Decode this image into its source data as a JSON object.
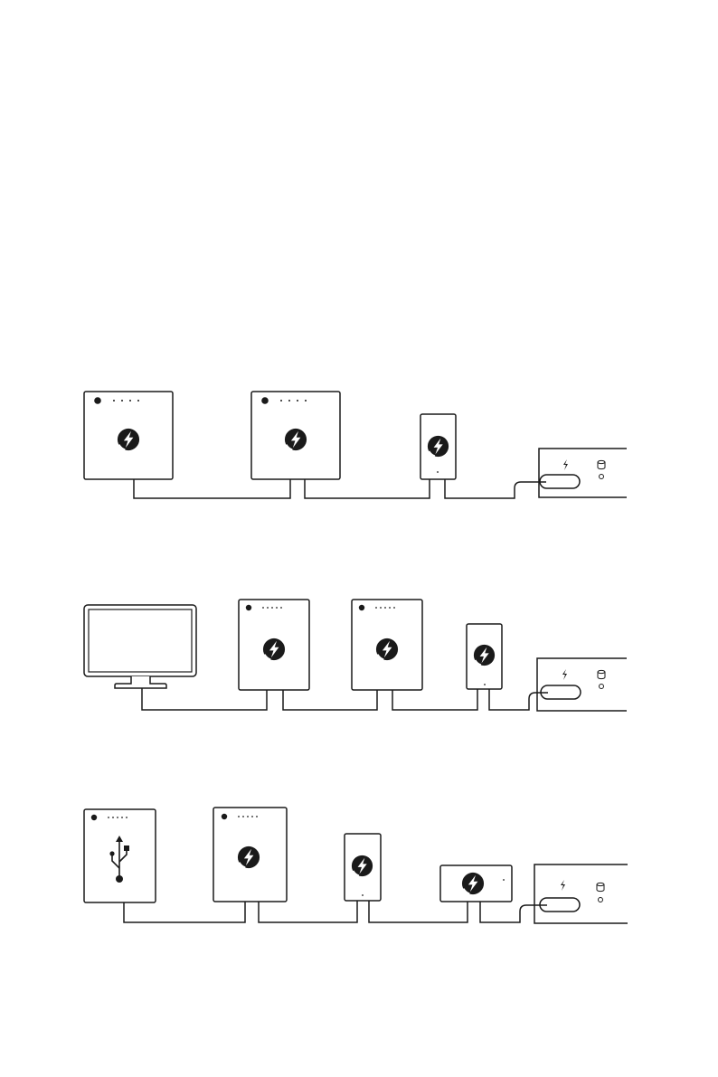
{
  "diagram": {
    "title": "",
    "stroke_color": "#1a1a1a",
    "fill_color": "#ffffff",
    "rows": [
      {
        "name": "chain-row-1",
        "devices": [
          "thunderbolt-storage",
          "thunderbolt-storage",
          "thunderbolt-drive",
          "computer-port-panel"
        ]
      },
      {
        "name": "chain-row-2",
        "devices": [
          "display-monitor",
          "thunderbolt-storage",
          "thunderbolt-storage",
          "thunderbolt-drive",
          "computer-port-panel"
        ]
      },
      {
        "name": "chain-row-3",
        "devices": [
          "usb-device",
          "thunderbolt-storage",
          "thunderbolt-drive",
          "thunderbolt-dock",
          "computer-port-panel"
        ]
      }
    ]
  }
}
